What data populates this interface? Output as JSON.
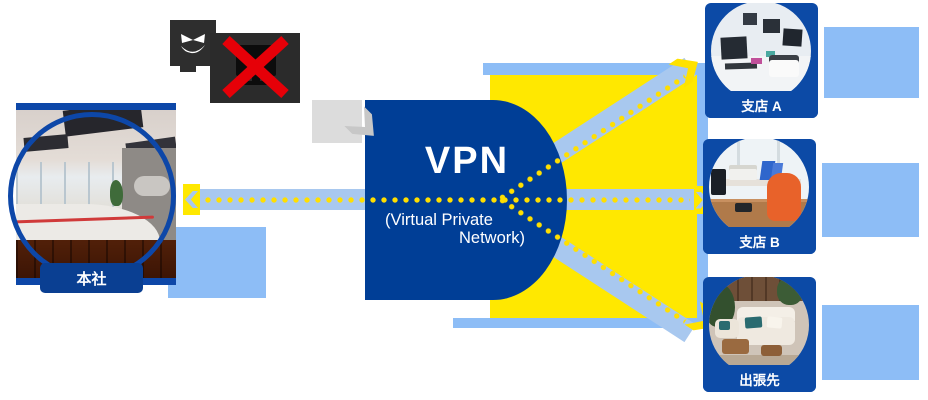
{
  "center": {
    "title": "VPN",
    "subtitle_line1": "(Virtual Private",
    "subtitle_line2": "Network)"
  },
  "nodes": {
    "headquarters": {
      "label": "本社"
    },
    "branch_a": {
      "label": "支店 A"
    },
    "branch_b": {
      "label": "支店 B"
    },
    "business_trip": {
      "label": "出張先"
    }
  },
  "icons": {
    "attacker": "hacker-face-icon",
    "blocked_device": "computer-blocked-x-icon",
    "blocked_arrow": "gray-blocked-arrow-icon",
    "tunnel_arrows": "yellow-dotted-tunnel-arrows"
  },
  "colors": {
    "vpn_circle_blue": "#003e96",
    "card_blue": "#0c4aa6",
    "label_blue": "#0a3f92",
    "light_blue": "#8dbdf6",
    "band_blue": "#a8c8ef",
    "secure_yellow": "#ffe800",
    "dot_yellow": "#ffdf00",
    "blocked_red": "#e60008",
    "icon_dark": "#2b2b2b",
    "gray": "#dcdcdc"
  }
}
